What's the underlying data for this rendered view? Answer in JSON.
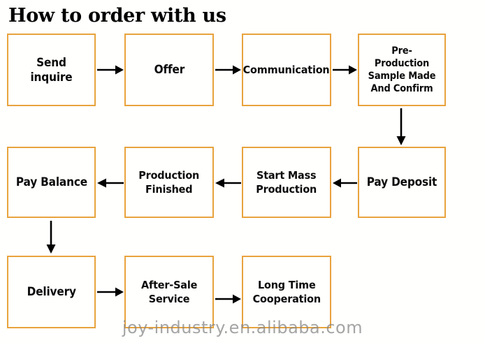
{
  "title": "How to order with us",
  "colors": {
    "box_border": "#e8a33d",
    "box_fill": "#fffffd",
    "text": "#0b0b0b",
    "arrow": "#000000",
    "watermark": "#828282",
    "page_background": "#fffffd"
  },
  "watermark": "joy-industry.en.alibaba.com",
  "flow": {
    "rows": [
      {
        "direction": "left-to-right",
        "steps": [
          {
            "label": "Send inquire",
            "size": "t-lg"
          },
          {
            "label": "Offer",
            "size": "t-lg"
          },
          {
            "label": "Communication",
            "size": "t-md"
          },
          {
            "label": "Pre-Production\nSample Made\nAnd Confirm",
            "size": "t-sm"
          }
        ]
      },
      {
        "direction": "right-to-left",
        "steps": [
          {
            "label": "Pay Balance",
            "size": "t-lg"
          },
          {
            "label": "Production\nFinished",
            "size": "t-md"
          },
          {
            "label": "Start Mass\nProduction",
            "size": "t-md"
          },
          {
            "label": "Pay Deposit",
            "size": "t-lg"
          }
        ]
      },
      {
        "direction": "left-to-right",
        "steps": [
          {
            "label": "Delivery",
            "size": "t-lg"
          },
          {
            "label": "After-Sale\nService",
            "size": "t-md"
          },
          {
            "label": "Long Time\nCooperation",
            "size": "t-md"
          }
        ]
      }
    ],
    "connectors": [
      {
        "name": "send-inquire-to-offer",
        "type": "horizontal-right"
      },
      {
        "name": "offer-to-communication",
        "type": "horizontal-right"
      },
      {
        "name": "communication-to-pre-production",
        "type": "horizontal-right"
      },
      {
        "name": "pre-production-to-pay-deposit",
        "type": "vertical-down"
      },
      {
        "name": "pay-deposit-to-start-mass-production",
        "type": "horizontal-left"
      },
      {
        "name": "start-mass-production-to-production-finished",
        "type": "horizontal-left"
      },
      {
        "name": "production-finished-to-pay-balance",
        "type": "horizontal-left"
      },
      {
        "name": "pay-balance-to-delivery",
        "type": "vertical-down"
      },
      {
        "name": "delivery-to-after-sale-service",
        "type": "horizontal-right"
      },
      {
        "name": "after-sale-service-to-long-time-cooperation",
        "type": "horizontal-right"
      }
    ]
  }
}
